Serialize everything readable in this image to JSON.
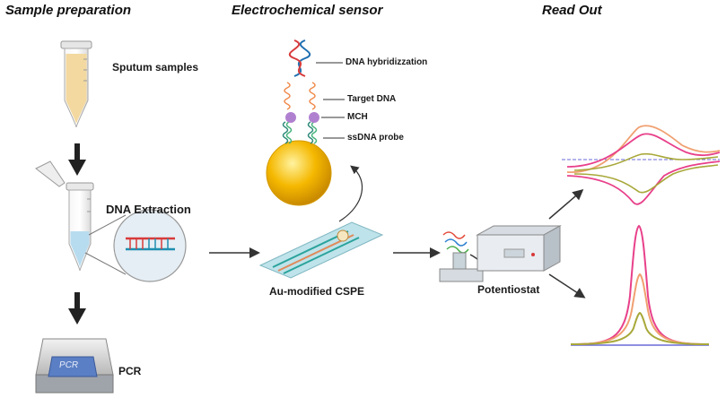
{
  "headers": {
    "sample_preparation": "Sample preparation",
    "electrochemical_sensor": "Electrochemical sensor",
    "read_out": "Read Out"
  },
  "sample_preparation": {
    "sputum_label": "Sputum samples",
    "extraction_label": "DNA Extraction",
    "pcr_label": "PCR",
    "pcr_screen_text": "PCR"
  },
  "sensor": {
    "hybridization_label": "DNA hybridizzation",
    "target_label": "Target DNA",
    "mch_label": "MCH",
    "probe_label": "ssDNA probe",
    "electrode_label": "Au-modified CSPE"
  },
  "read_out": {
    "potentiostat_label": "Potentiostat"
  },
  "colors": {
    "curve_pink": "#e8408a",
    "curve_salmon": "#f0a070",
    "curve_olive": "#a8a83a",
    "baseline_blue": "#6a6ad8",
    "gold_sphere": "#f5b800",
    "tube_liquid": "#f3d9a0",
    "electrode_teal": "#2aa39c",
    "mch_purple": "#b080d0"
  }
}
